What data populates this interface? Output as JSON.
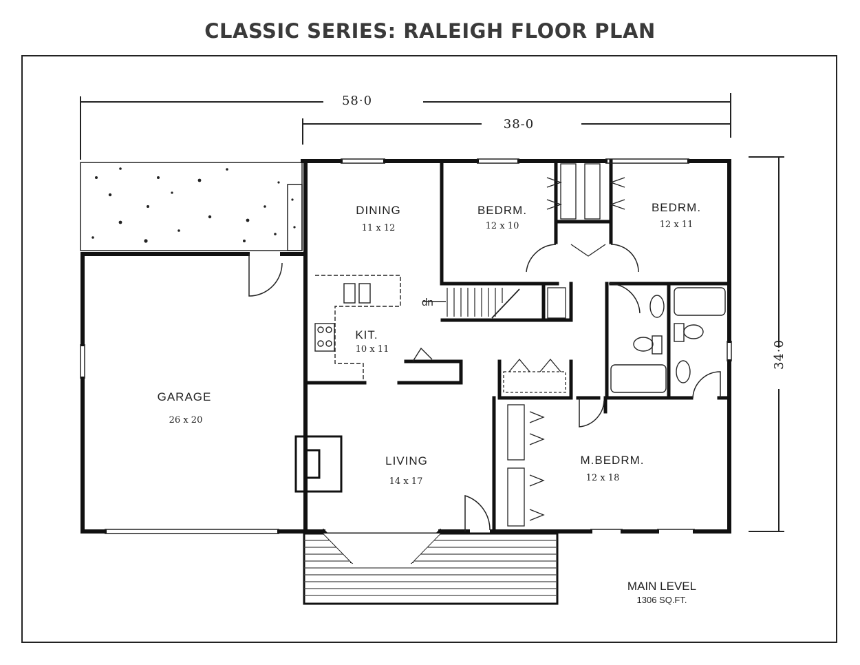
{
  "title": "CLASSIC SERIES: RALEIGH FLOOR PLAN",
  "dimensions": {
    "overall_width": "58·0",
    "house_width": "38-0",
    "depth": "34·0"
  },
  "rooms": {
    "dining": {
      "name": "DINING",
      "size": "11 x 12"
    },
    "bedroom_1": {
      "name": "BEDRM.",
      "size": "12 x 10"
    },
    "bedroom_2": {
      "name": "BEDRM.",
      "size": "12 x 11"
    },
    "kitchen": {
      "name": "KIT.",
      "size": "10 x 11"
    },
    "garage": {
      "name": "GARAGE",
      "size": "26 x 20"
    },
    "living": {
      "name": "LIVING",
      "size": "14 x 17"
    },
    "master_bedroom": {
      "name": "M.BEDRM.",
      "size": "12 x 18"
    }
  },
  "stair_label": "dn",
  "level": {
    "name": "MAIN LEVEL",
    "area": "1306 SQ.FT."
  }
}
